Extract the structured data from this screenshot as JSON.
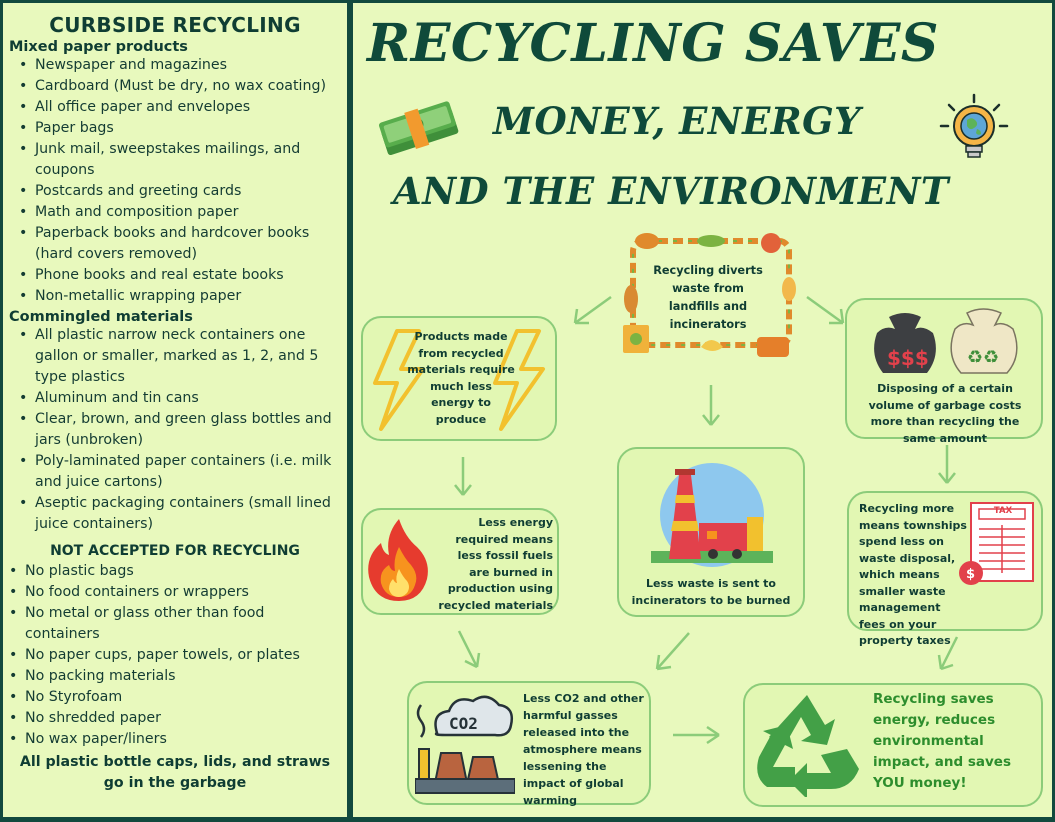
{
  "left": {
    "heading": "CURBSIDE RECYCLING",
    "mixed_heading": "Mixed paper products",
    "mixed_items": [
      "Newspaper and magazines",
      "Cardboard (Must be dry, no wax coating)",
      "All office paper and envelopes",
      "Paper bags",
      "Junk mail, sweepstakes mailings, and coupons",
      "Postcards and greeting cards",
      "Math and composition paper",
      "Paperback books and hardcover books (hard covers removed)",
      "Phone books and real estate books",
      "Non-metallic wrapping paper"
    ],
    "commingled_heading": "Commingled materials",
    "commingled_items": [
      "All plastic narrow neck containers one gallon or smaller, marked as 1, 2, and 5 type plastics",
      "Aluminum and tin cans",
      "Clear, brown, and green glass bottles and jars (unbroken)",
      "Poly-laminated paper containers (i.e. milk and juice cartons)",
      "Aseptic packaging containers (small lined juice containers)"
    ],
    "not_accepted_heading": "NOT ACCEPTED FOR RECYCLING",
    "not_accepted_items": [
      "No plastic bags",
      "No food containers or wrappers",
      "No metal or glass other than food containers",
      "No paper cups, paper towels, or plates",
      "No packing materials",
      "No Styrofoam",
      "No shredded paper",
      "No wax paper/liners"
    ],
    "footer": "All plastic bottle caps, lids, and straws go in the garbage"
  },
  "title": {
    "line1": "RECYCLING SAVES",
    "line2": "MONEY, ENERGY",
    "line3": "AND THE ENVIRONMENT"
  },
  "flow": {
    "center_top": "Recycling diverts waste from landfills and incinerators",
    "left_top": "Products made from recycled materials require much less energy to produce",
    "right_top": "Disposing of a certain volume of garbage costs more than recycling the same amount",
    "left_mid": "Less energy required means less fossil fuels are burned in production using recycled materials",
    "center_mid": "Less waste is sent to incinerators to be burned",
    "right_mid": "Recycling more means townships spend less on waste disposal, which means smaller waste management fees on your property taxes",
    "bottom_left": "Less CO2 and other harmful gasses released into the atmosphere means lessening the impact of global warming",
    "bottom_right": "Recycling saves energy, reduces environmental impact, and saves YOU money!",
    "tax_label": "TAX",
    "co2_label": "CO2"
  },
  "colors": {
    "panel_bg": "#e8f9bd",
    "border": "#124a3e",
    "box_border": "#8ccc7a",
    "title": "#0f4a3a",
    "green_text": "#2d8d2d"
  }
}
